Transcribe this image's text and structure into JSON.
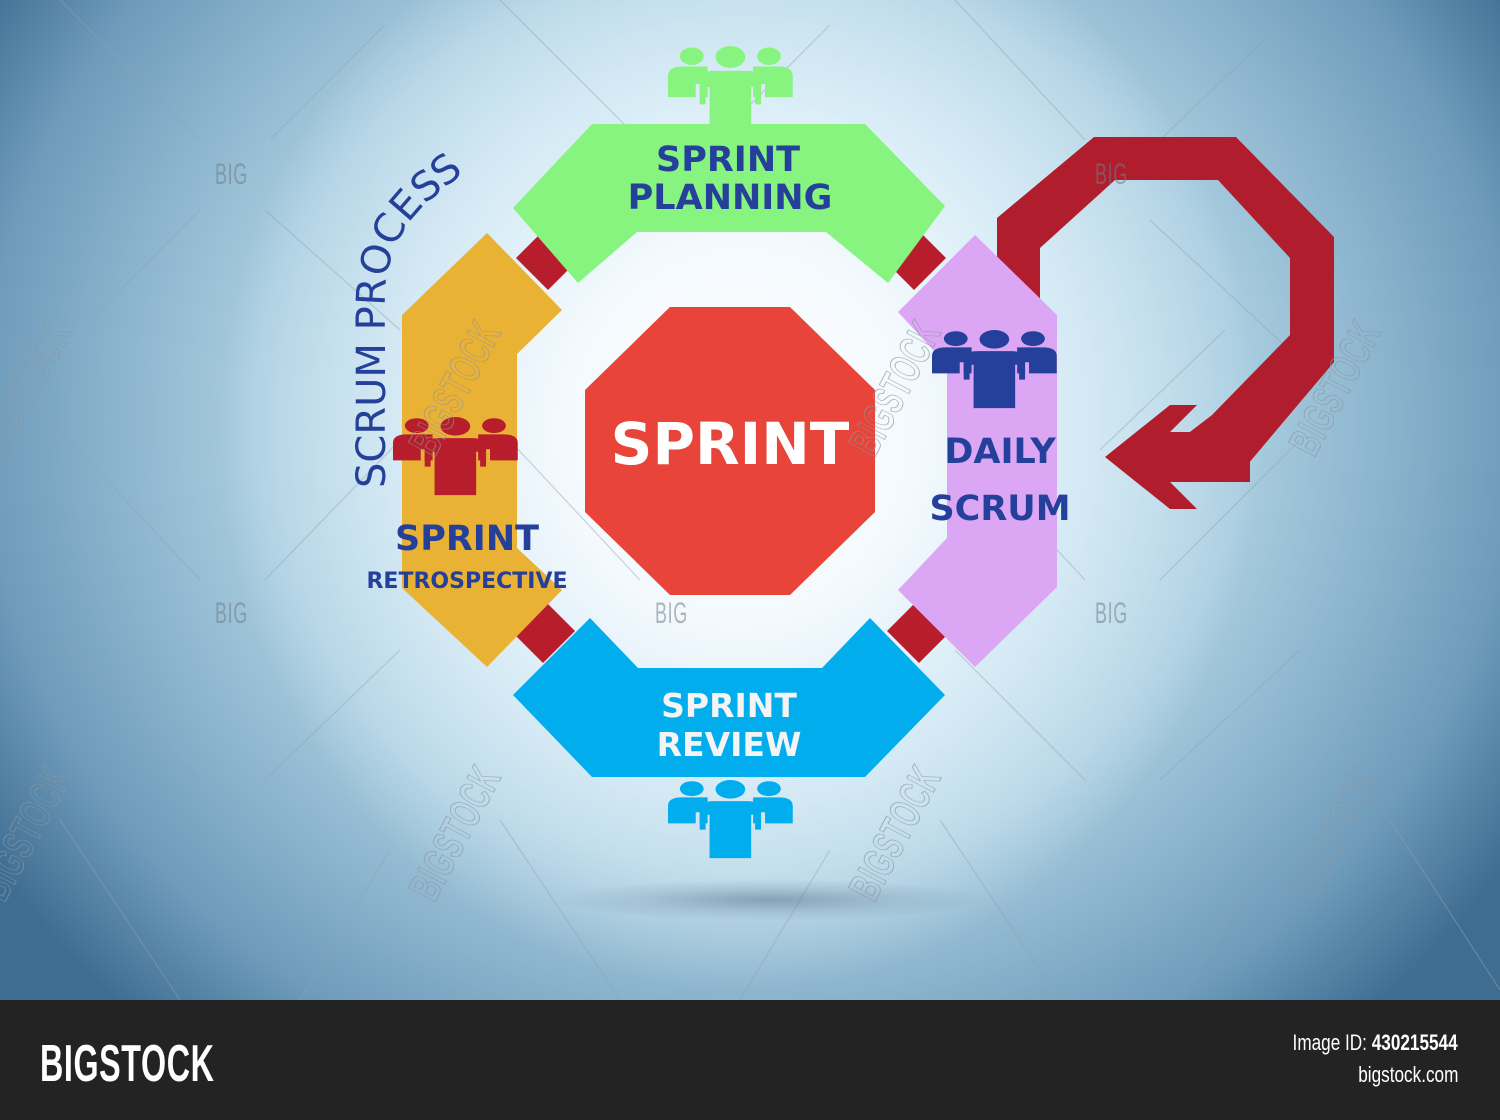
{
  "diagram": {
    "title": "SCRUM PROCESS",
    "center": {
      "label": "SPRINT",
      "color": "#e8443a"
    },
    "stages": [
      {
        "id": "planning",
        "line1": "SPRINT",
        "line2": "PLANNING",
        "color": "#86f47f",
        "text_color": "#25409b",
        "icon": "team-icon",
        "icon_color": "#86f47f"
      },
      {
        "id": "daily",
        "line1": "DAILY",
        "line2": "SCRUM",
        "color": "#dba7f4",
        "text_color": "#25409b",
        "icon": "team-icon",
        "icon_color": "#25409b"
      },
      {
        "id": "review",
        "line1": "SPRINT",
        "line2": "REVIEW",
        "color": "#02adee",
        "text_color": "#f4f4f4",
        "icon": "team-icon",
        "icon_color": "#02adee"
      },
      {
        "id": "retro",
        "line1": "SPRINT",
        "line2": "RETROSPECTIVE",
        "color": "#eab235",
        "text_color": "#25409b",
        "icon": "team-icon",
        "icon_color": "#b81d2b"
      }
    ],
    "connector_color": "#b81d2b",
    "loop_arrow": {
      "icon": "loop-arrow-icon",
      "color": "#b01e2d",
      "direction": "left"
    }
  },
  "watermarks": {
    "small": "BIG",
    "large": "BIGSTOCK"
  },
  "footer": {
    "brand": "BIGSTOCK",
    "image_id_label": "Image ID:",
    "image_id": "430215544",
    "site": "bigstock.com"
  }
}
